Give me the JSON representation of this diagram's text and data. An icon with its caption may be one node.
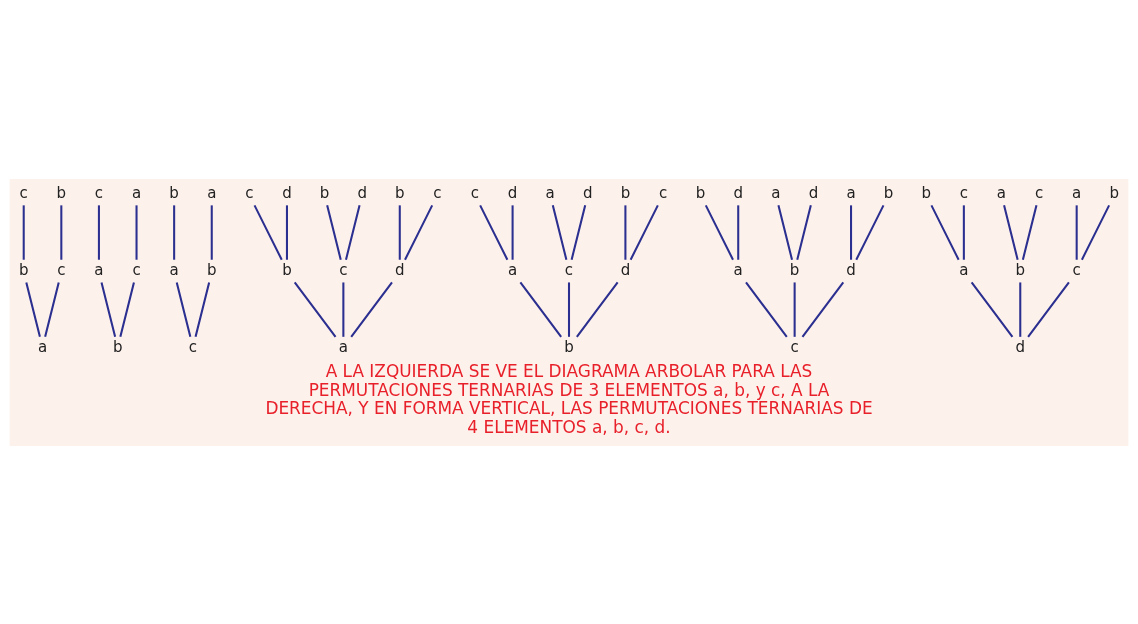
{
  "diagram": {
    "caption": "A LA IZQUIERDA SE VE EL DIAGRAMA ARBOLAR PARA LAS PERMUTACIONES TERNARIAS DE 3 ELEMENTOS a, b, y c, A LA DERECHA, Y EN FORMA VERTICAL, LAS PERMUTACIONES TERNARIAS DE 4 ELEMENTOS a, b, c, d.",
    "nodes": [
      {
        "text": [
          "a"
        ]
      },
      {
        "text": [
          "b"
        ]
      },
      {
        "text": [
          "c"
        ]
      },
      {
        "text": [
          "c"
        ]
      },
      {
        "text": [
          "b"
        ]
      },
      {
        "text": [
          "b"
        ]
      },
      {
        "text": [
          "a"
        ]
      },
      {
        "text": [
          "c"
        ]
      },
      {
        "text": [
          "c"
        ]
      },
      {
        "text": [
          "a"
        ]
      },
      {
        "text": [
          "c"
        ]
      },
      {
        "text": [
          "a"
        ]
      },
      {
        "text": [
          "b"
        ]
      },
      {
        "text": [
          "b"
        ]
      },
      {
        "text": [
          "a"
        ]
      },
      {
        "text": [
          "a"
        ]
      },
      {
        "text": [
          "b"
        ]
      },
      {
        "text": [
          "c"
        ]
      },
      {
        "text": [
          "d"
        ]
      },
      {
        "text": [
          "c"
        ]
      },
      {
        "text": [
          "b"
        ]
      },
      {
        "text": [
          "d"
        ]
      },
      {
        "text": [
          "d"
        ]
      },
      {
        "text": [
          "b"
        ]
      },
      {
        "text": [
          "c"
        ]
      },
      {
        "text": [
          "b"
        ]
      },
      {
        "text": [
          "a"
        ]
      },
      {
        "text": [
          "c"
        ]
      },
      {
        "text": [
          "d"
        ]
      },
      {
        "text": [
          "c"
        ]
      },
      {
        "text": [
          "a"
        ]
      },
      {
        "text": [
          "d"
        ]
      },
      {
        "text": [
          "d"
        ]
      },
      {
        "text": [
          "b"
        ]
      },
      {
        "text": [
          "c"
        ]
      },
      {
        "text": [
          "c"
        ]
      },
      {
        "text": [
          "a"
        ]
      },
      {
        "text": [
          "b"
        ]
      },
      {
        "text": [
          "d"
        ]
      },
      {
        "text": [
          "b"
        ]
      },
      {
        "text": [
          "a"
        ]
      },
      {
        "text": [
          "d"
        ]
      },
      {
        "text": [
          "d"
        ]
      },
      {
        "text": [
          "a"
        ]
      },
      {
        "text": [
          "b"
        ]
      },
      {
        "text": [
          "d"
        ]
      },
      {
        "text": [
          "a"
        ]
      },
      {
        "text": [
          "b"
        ]
      },
      {
        "text": [
          "c"
        ]
      },
      {
        "text": [
          "b"
        ]
      },
      {
        "text": [
          "a"
        ]
      },
      {
        "text": [
          "c"
        ]
      },
      {
        "text": [
          "c"
        ]
      },
      {
        "text": [
          "a"
        ]
      },
      {
        "text": [
          "b"
        ]
      }
    ],
    "edges": [
      {
        "from": 0,
        "to": 1,
        "arrow": "none"
      },
      {
        "from": 1,
        "to": 2,
        "arrow": "none"
      },
      {
        "from": 0,
        "to": 3,
        "arrow": "none"
      },
      {
        "from": 3,
        "to": 4,
        "arrow": "none"
      },
      {
        "from": 5,
        "to": 6,
        "arrow": "none"
      },
      {
        "from": 6,
        "to": 7,
        "arrow": "none"
      },
      {
        "from": 5,
        "to": 8,
        "arrow": "none"
      },
      {
        "from": 8,
        "to": 9,
        "arrow": "none"
      },
      {
        "from": 10,
        "to": 11,
        "arrow": "none"
      },
      {
        "from": 11,
        "to": 12,
        "arrow": "none"
      },
      {
        "from": 10,
        "to": 13,
        "arrow": "none"
      },
      {
        "from": 13,
        "to": 14,
        "arrow": "none"
      },
      {
        "from": 15,
        "to": 16,
        "arrow": "none"
      },
      {
        "from": 16,
        "to": 17,
        "arrow": "none"
      },
      {
        "from": 16,
        "to": 18,
        "arrow": "none"
      },
      {
        "from": 15,
        "to": 19,
        "arrow": "none"
      },
      {
        "from": 19,
        "to": 20,
        "arrow": "none"
      },
      {
        "from": 19,
        "to": 21,
        "arrow": "none"
      },
      {
        "from": 15,
        "to": 22,
        "arrow": "none"
      },
      {
        "from": 22,
        "to": 23,
        "arrow": "none"
      },
      {
        "from": 22,
        "to": 24,
        "arrow": "none"
      },
      {
        "from": 25,
        "to": 26,
        "arrow": "none"
      },
      {
        "from": 26,
        "to": 27,
        "arrow": "none"
      },
      {
        "from": 26,
        "to": 28,
        "arrow": "none"
      },
      {
        "from": 25,
        "to": 29,
        "arrow": "none"
      },
      {
        "from": 29,
        "to": 30,
        "arrow": "none"
      },
      {
        "from": 29,
        "to": 31,
        "arrow": "none"
      },
      {
        "from": 25,
        "to": 32,
        "arrow": "none"
      },
      {
        "from": 32,
        "to": 33,
        "arrow": "none"
      },
      {
        "from": 32,
        "to": 34,
        "arrow": "none"
      },
      {
        "from": 35,
        "to": 36,
        "arrow": "none"
      },
      {
        "from": 36,
        "to": 37,
        "arrow": "none"
      },
      {
        "from": 36,
        "to": 38,
        "arrow": "none"
      },
      {
        "from": 35,
        "to": 39,
        "arrow": "none"
      },
      {
        "from": 39,
        "to": 40,
        "arrow": "none"
      },
      {
        "from": 39,
        "to": 41,
        "arrow": "none"
      },
      {
        "from": 35,
        "to": 42,
        "arrow": "none"
      },
      {
        "from": 42,
        "to": 43,
        "arrow": "none"
      },
      {
        "from": 42,
        "to": 44,
        "arrow": "none"
      },
      {
        "from": 45,
        "to": 46,
        "arrow": "none"
      },
      {
        "from": 46,
        "to": 47,
        "arrow": "none"
      },
      {
        "from": 46,
        "to": 48,
        "arrow": "none"
      },
      {
        "from": 45,
        "to": 49,
        "arrow": "none"
      },
      {
        "from": 49,
        "to": 50,
        "arrow": "none"
      },
      {
        "from": 49,
        "to": 51,
        "arrow": "none"
      },
      {
        "from": 45,
        "to": 52,
        "arrow": "none"
      },
      {
        "from": 52,
        "to": 53,
        "arrow": "none"
      },
      {
        "from": 52,
        "to": 54,
        "arrow": "none"
      }
    ]
  }
}
